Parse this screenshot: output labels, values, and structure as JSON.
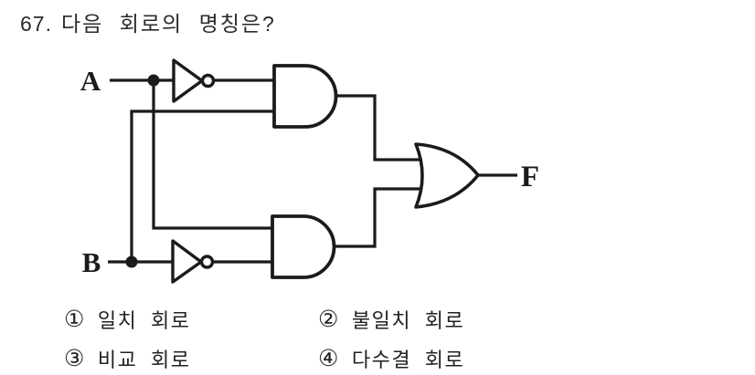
{
  "question": {
    "number": "67.",
    "text": "다음 회로의 명칭은?"
  },
  "circuit": {
    "labels": {
      "input_a": "A",
      "input_b": "B",
      "output_f": "F"
    },
    "gates": [
      {
        "id": "not-gate-a",
        "type": "NOT"
      },
      {
        "id": "not-gate-b",
        "type": "NOT"
      },
      {
        "id": "and-gate-upper",
        "type": "AND"
      },
      {
        "id": "and-gate-lower",
        "type": "AND"
      },
      {
        "id": "or-gate-output",
        "type": "OR"
      }
    ],
    "ink_color": "#1b1b1b",
    "background_color": "#ffffff"
  },
  "options": [
    {
      "marker": "①",
      "label": "일치 회로"
    },
    {
      "marker": "②",
      "label": "불일치 회로"
    },
    {
      "marker": "③",
      "label": "비교 회로"
    },
    {
      "marker": "④",
      "label": "다수결 회로"
    }
  ]
}
